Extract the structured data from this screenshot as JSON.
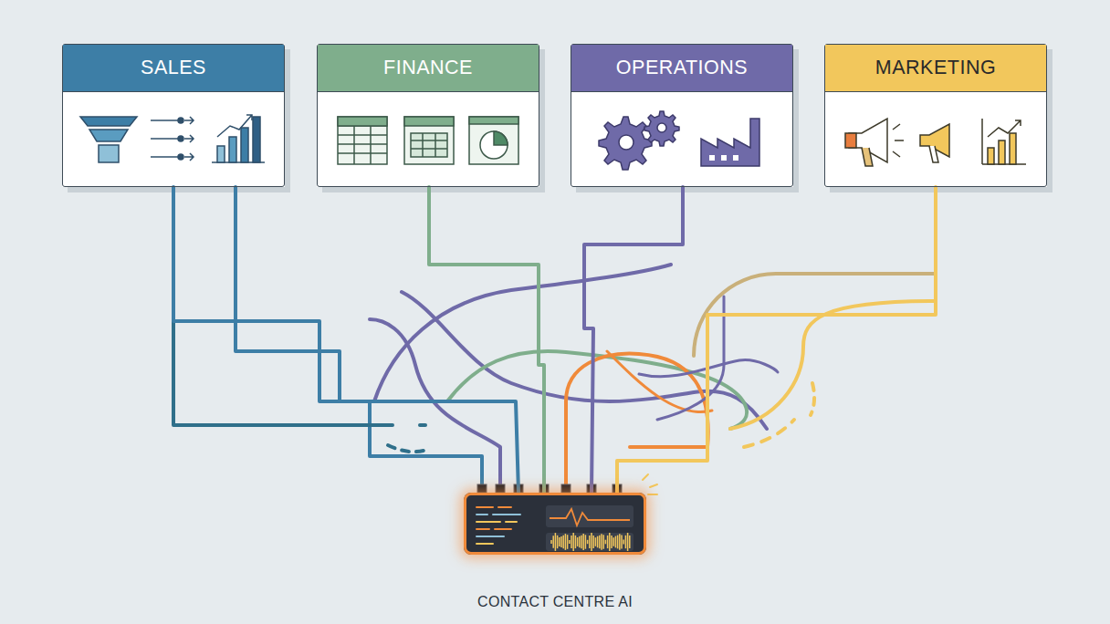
{
  "diagram": {
    "nodes": [
      {
        "text": [
          "SALES"
        ]
      },
      {
        "text": [
          "FINANCE"
        ]
      },
      {
        "text": [
          "OPERATIONS"
        ]
      },
      {
        "text": [
          "MARKETING"
        ]
      },
      {
        "text": [
          "CONTACT CENTRE AI"
        ]
      }
    ],
    "edges": [
      {
        "from": 0,
        "to": 4,
        "arrow": "none"
      },
      {
        "from": 1,
        "to": 4,
        "arrow": "none"
      },
      {
        "from": 2,
        "to": 4,
        "arrow": "none"
      },
      {
        "from": 3,
        "to": 4,
        "arrow": "none"
      }
    ]
  }
}
